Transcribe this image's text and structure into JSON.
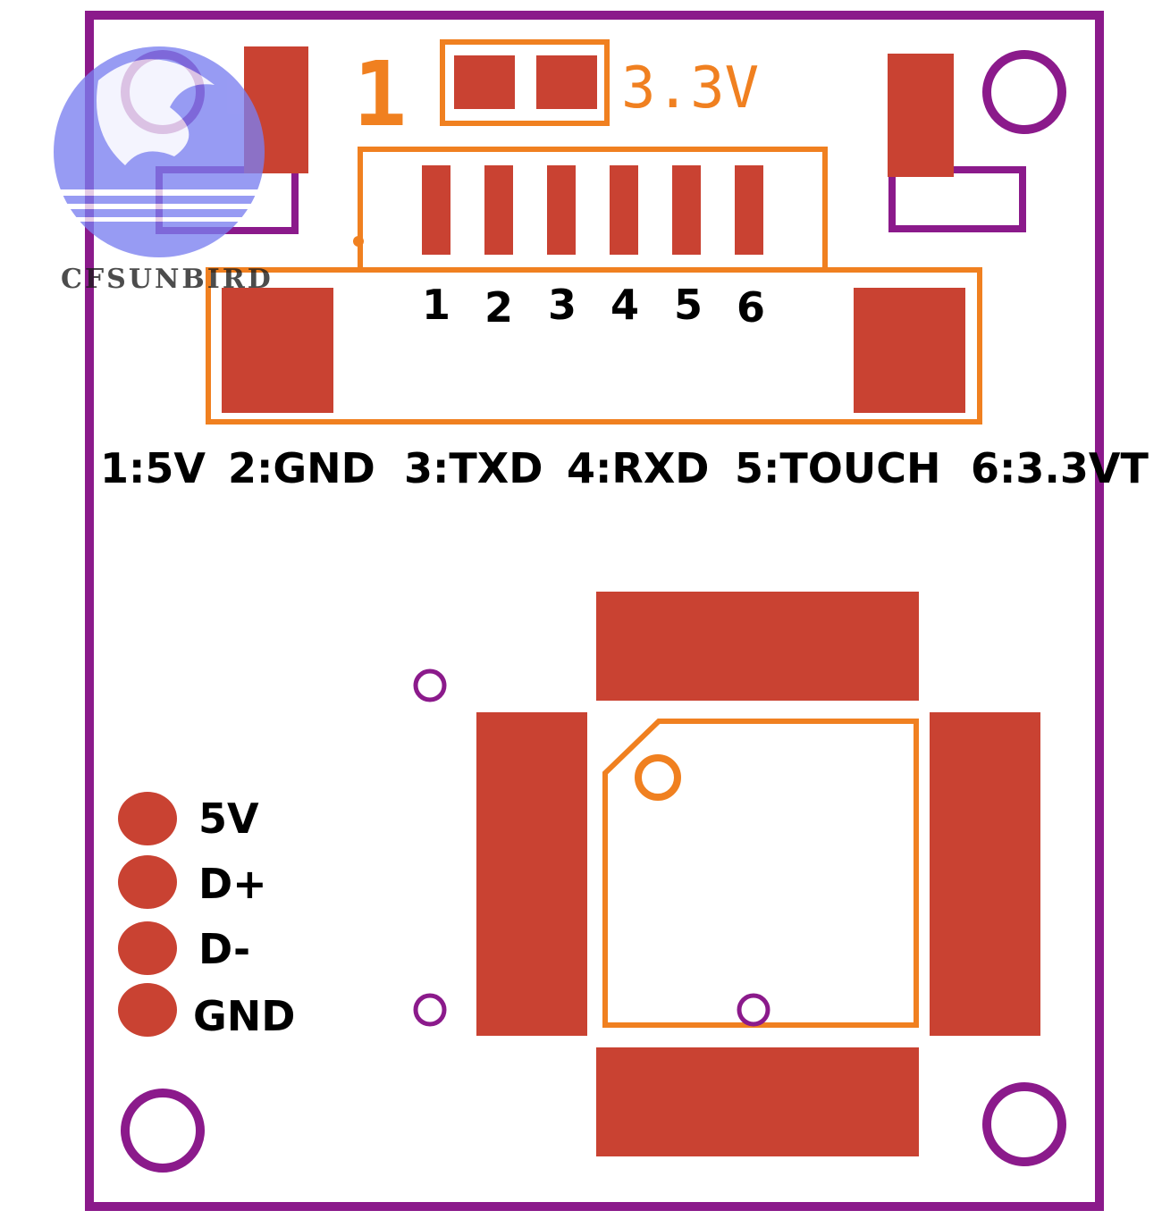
{
  "watermark": {
    "brand": "CFSUNBIRD"
  },
  "connector": {
    "pin_one_marker": "1",
    "voltage_jumper_label": "3.3V",
    "pin_numbers": [
      "1",
      "2",
      "3",
      "4",
      "5",
      "6"
    ],
    "pin_functions": [
      "1:5V",
      "2:GND",
      "3:TXD",
      "4:RXD",
      "5:TOUCH",
      "6:3.3VT"
    ]
  },
  "usb_pads": {
    "labels": [
      "5V",
      "D+",
      "D-",
      "GND"
    ]
  },
  "colors": {
    "board_outline": "#8b1a8b",
    "copper_pad": "#c94232",
    "silkscreen_orange": "#f08020",
    "watermark_blue": "#7b7ff0"
  }
}
